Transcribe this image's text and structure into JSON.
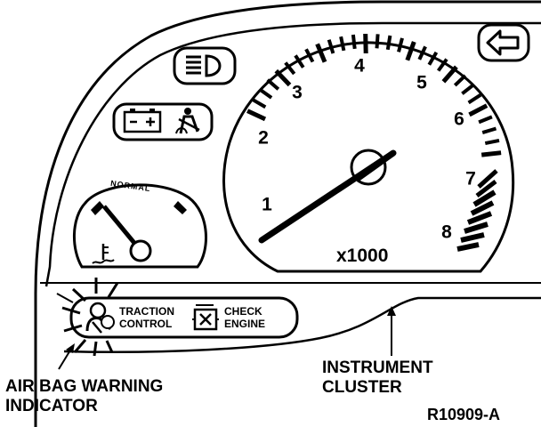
{
  "tachometer": {
    "numbers": [
      "1",
      "2",
      "3",
      "4",
      "5",
      "6",
      "7",
      "8"
    ],
    "multiplier": "x1000"
  },
  "temp_gauge": {
    "label": "NORMAL"
  },
  "warning_panel": {
    "traction_line1": "TRACTION",
    "traction_line2": "CONTROL",
    "check_line1": "CHECK",
    "check_line2": "ENGINE"
  },
  "callouts": {
    "airbag_line1": "AIR BAG WARNING",
    "airbag_line2": "INDICATOR",
    "cluster_line1": "INSTRUMENT",
    "cluster_line2": "CLUSTER"
  },
  "figure_id": "R10909-A",
  "icons": [
    "headlamp-icon",
    "battery-icon",
    "seatbelt-icon",
    "turn-signal-arrow-icon",
    "coolant-temp-icon",
    "airbag-icon",
    "engine-icon"
  ]
}
